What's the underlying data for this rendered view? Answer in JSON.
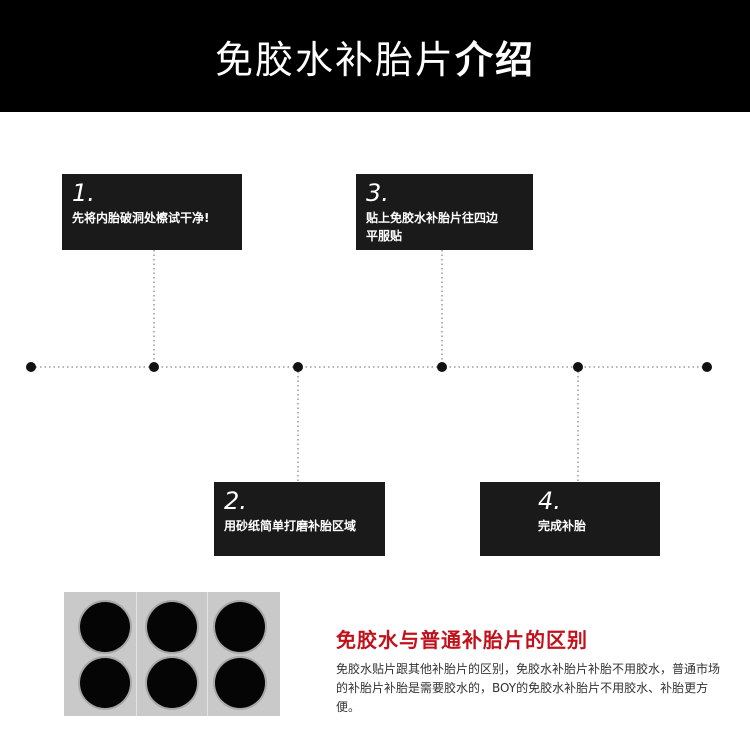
{
  "header": {
    "title_light": "免胶水补胎片",
    "title_bold": "介绍"
  },
  "steps": [
    {
      "number": "1.",
      "lines": [
        "先将内胎破洞处檫试干净!"
      ]
    },
    {
      "number": "2.",
      "lines": [
        "用砂纸简单打磨补胎区域"
      ]
    },
    {
      "number": "3.",
      "lines": [
        "贴上免胶水补胎片往四边",
        "平服贴"
      ]
    },
    {
      "number": "4.",
      "lines": [
        "完成补胎"
      ]
    }
  ],
  "comparison": {
    "title": "免胶水与普通补胎片的区别",
    "body": "免胶水贴片跟其他补胎片的区别，免胶水补胎片补胎不用胶水，普通市场的补胎片补胎是需要胶水的，BOY的免胶水补胎片不用胶水、补胎更方便。"
  },
  "colors": {
    "header_bg": "#000000",
    "box_bg": "#1a1a1a",
    "accent_red": "#c1121c"
  },
  "icons": {
    "timeline_dot": "black-dot"
  }
}
